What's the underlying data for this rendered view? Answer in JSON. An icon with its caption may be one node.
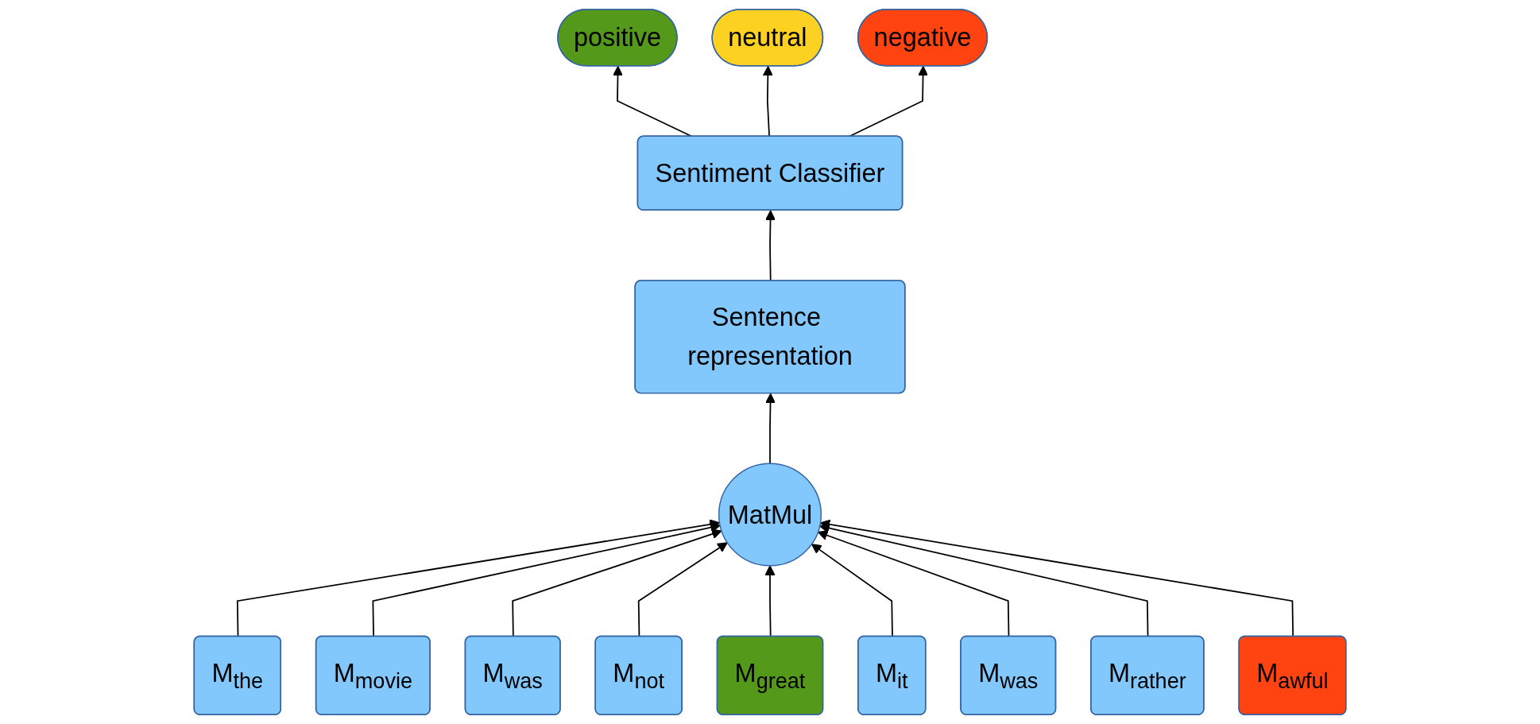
{
  "diagram": {
    "nodes": [
      {
        "text": [
          "Sentence representation"
        ]
      },
      {
        "text": [
          "Sentiment Classifier"
        ]
      },
      {
        "text": [
          "positive"
        ]
      },
      {
        "text": [
          "neutral"
        ]
      },
      {
        "text": [
          "negative"
        ]
      },
      {
        "text": [
          "MatMul"
        ]
      },
      {
        "text": [
          "M$_{the}$"
        ]
      },
      {
        "text": [
          "M$_{movie}$"
        ]
      },
      {
        "text": [
          "M$_{was}$"
        ]
      },
      {
        "text": [
          "M$_{not}$"
        ]
      },
      {
        "text": [
          "M$_{great}$"
        ]
      },
      {
        "text": [
          "M$_{it}$"
        ]
      },
      {
        "text": [
          "M$_{was}$"
        ]
      },
      {
        "text": [
          "M$_{rather}$"
        ]
      },
      {
        "text": [
          "M$_{awful}$"
        ]
      }
    ],
    "edges": [
      {
        "from": 0,
        "to": 1,
        "arrow": "to"
      },
      {
        "from": 1,
        "to": 2,
        "arrow": "to"
      },
      {
        "from": 1,
        "to": 3,
        "arrow": "to"
      },
      {
        "from": 1,
        "to": 4,
        "arrow": "to"
      },
      {
        "from": 5,
        "to": 0,
        "arrow": "to"
      },
      {
        "from": 6,
        "to": 5,
        "arrow": "to"
      },
      {
        "from": 7,
        "to": 5,
        "arrow": "to"
      },
      {
        "from": 8,
        "to": 5,
        "arrow": "to"
      },
      {
        "from": 9,
        "to": 5,
        "arrow": "to"
      },
      {
        "from": 10,
        "to": 5,
        "arrow": "to"
      },
      {
        "from": 11,
        "to": 5,
        "arrow": "to"
      },
      {
        "from": 12,
        "to": 5,
        "arrow": "to"
      },
      {
        "from": 13,
        "to": 5,
        "arrow": "to"
      },
      {
        "from": 14,
        "to": 5,
        "arrow": "to"
      }
    ]
  }
}
